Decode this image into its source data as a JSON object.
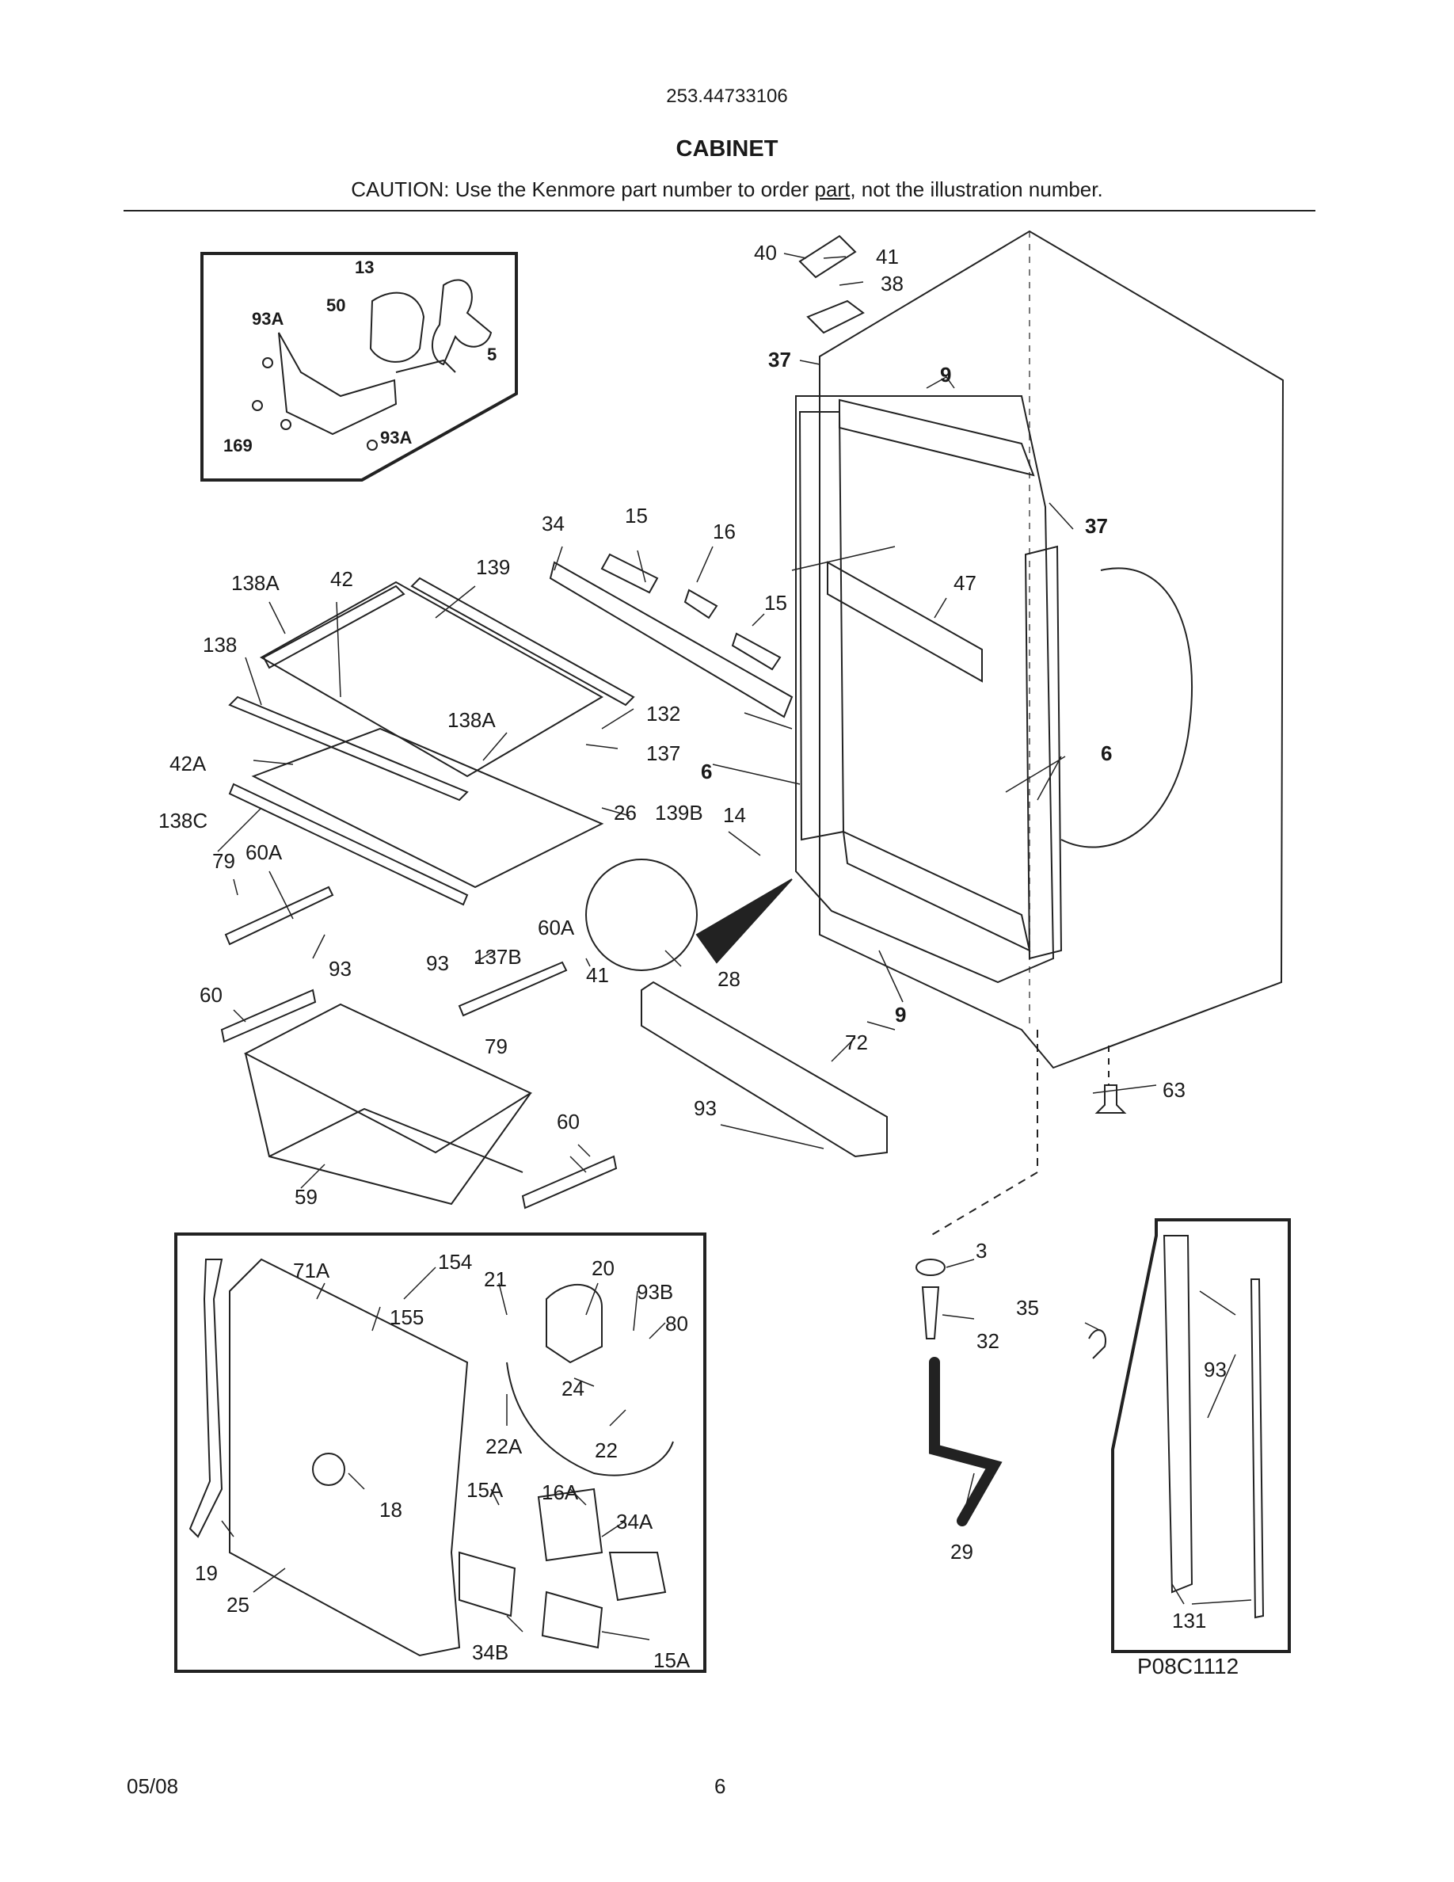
{
  "header": {
    "model": "253.44733106",
    "title": "CABINET",
    "caution_pre": "CAUTION: Use the Kenmore part number to order ",
    "caution_link": "part",
    "caution_post": ", not the illustration number."
  },
  "inset_fan": {
    "labels": [
      "13",
      "50",
      "93A",
      "5",
      "169",
      "93A"
    ]
  },
  "main_labels": [
    "40",
    "41",
    "38",
    "37",
    "9",
    "37",
    "34",
    "15",
    "16",
    "138A",
    "42",
    "139",
    "47",
    "15",
    "138",
    "132",
    "138A",
    "137",
    "6",
    "6",
    "42A",
    "26",
    "139B",
    "14",
    "138C",
    "79",
    "60A",
    "93",
    "137B",
    "60A",
    "93",
    "41",
    "28",
    "60",
    "79",
    "9",
    "72",
    "63",
    "93",
    "60",
    "59"
  ],
  "inset_control": {
    "labels": [
      "71A",
      "154",
      "21",
      "20",
      "93B",
      "155",
      "80",
      "24",
      "22A",
      "22",
      "15A",
      "16A",
      "34A",
      "18",
      "19",
      "25",
      "34B",
      "15A"
    ]
  },
  "drain_labels": [
    "3",
    "35",
    "32",
    "29"
  ],
  "inset_rail": {
    "labels": [
      "93",
      "131"
    ]
  },
  "diagram_code": "P08C1112",
  "footer": {
    "date": "05/08",
    "page": "6"
  }
}
